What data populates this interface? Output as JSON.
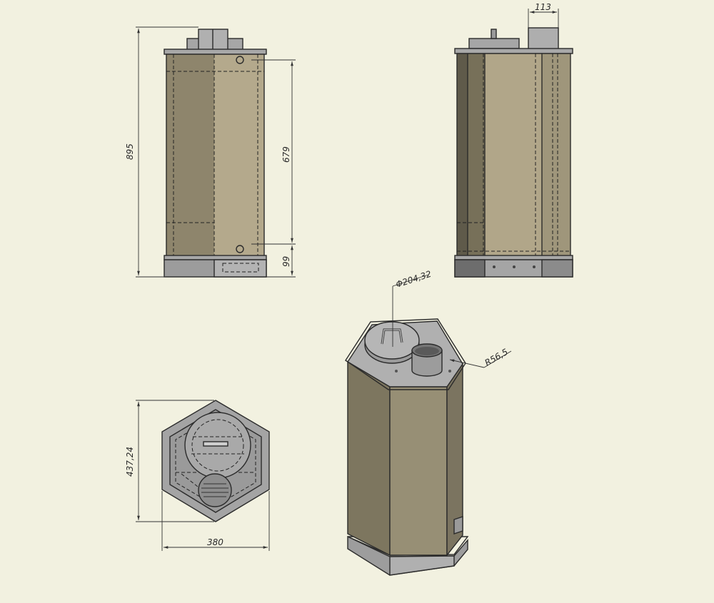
{
  "dimensions": {
    "front_height": "895",
    "front_inner_height": "679",
    "front_base_height": "99",
    "side_pipe_width": "113",
    "top_width": "380",
    "top_depth": "437,24",
    "iso_lid_diameter": "Φ204,32",
    "iso_pipe_radius": "R56,5"
  },
  "colors": {
    "background": "#f2f1e0",
    "body_light": "#b7ab8e",
    "body_mid": "#a1987c",
    "body_dark": "#857c62",
    "metal": "#a8a8a8",
    "metal_dark": "#8b8b8b",
    "outline": "#2b2b2b"
  }
}
